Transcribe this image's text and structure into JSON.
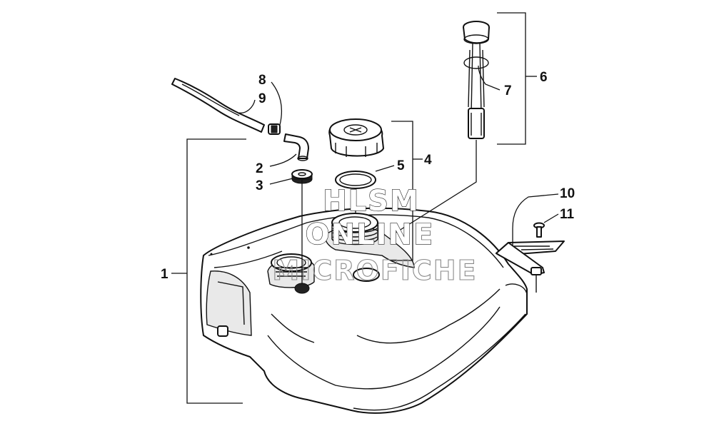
{
  "callouts": {
    "c1": "1",
    "c2": "2",
    "c3": "3",
    "c4": "4",
    "c5": "5",
    "c6": "6",
    "c7": "7",
    "c8": "8",
    "c9": "9",
    "c10": "10",
    "c11": "11"
  },
  "watermark": {
    "line1": "HLSM",
    "line2": "ONLINE",
    "line3": "MICROFICHE"
  }
}
